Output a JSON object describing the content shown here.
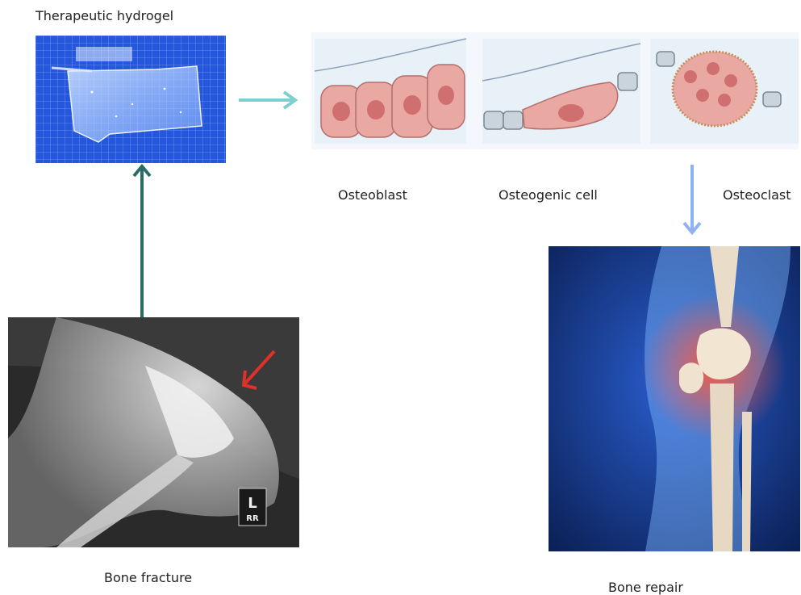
{
  "labels": {
    "hydrogel": "Therapeutic hydrogel",
    "osteoblast": "Osteoblast",
    "osteogenic": "Osteogenic cell",
    "osteoclast": "Osteoclast",
    "fracture": "Bone fracture",
    "repair": "Bone repair"
  },
  "xray_marker": {
    "side": "L",
    "code": "RR"
  },
  "colors": {
    "hydrogel_background": "#1f4fd6",
    "arrow_teal_light": "#7ecfcf",
    "arrow_teal_dark": "#2a6b66",
    "arrow_blue_light": "#8fb3f0",
    "cell_fill": "#e9a8a2",
    "cell_nucleus": "#cf6f70",
    "repair_background": "#0f2f7a",
    "annotation_red": "#e0302a"
  },
  "flow": [
    "Bone fracture",
    "Therapeutic hydrogel",
    "Osteoblast / Osteogenic cell / Osteoclast",
    "Bone repair"
  ]
}
